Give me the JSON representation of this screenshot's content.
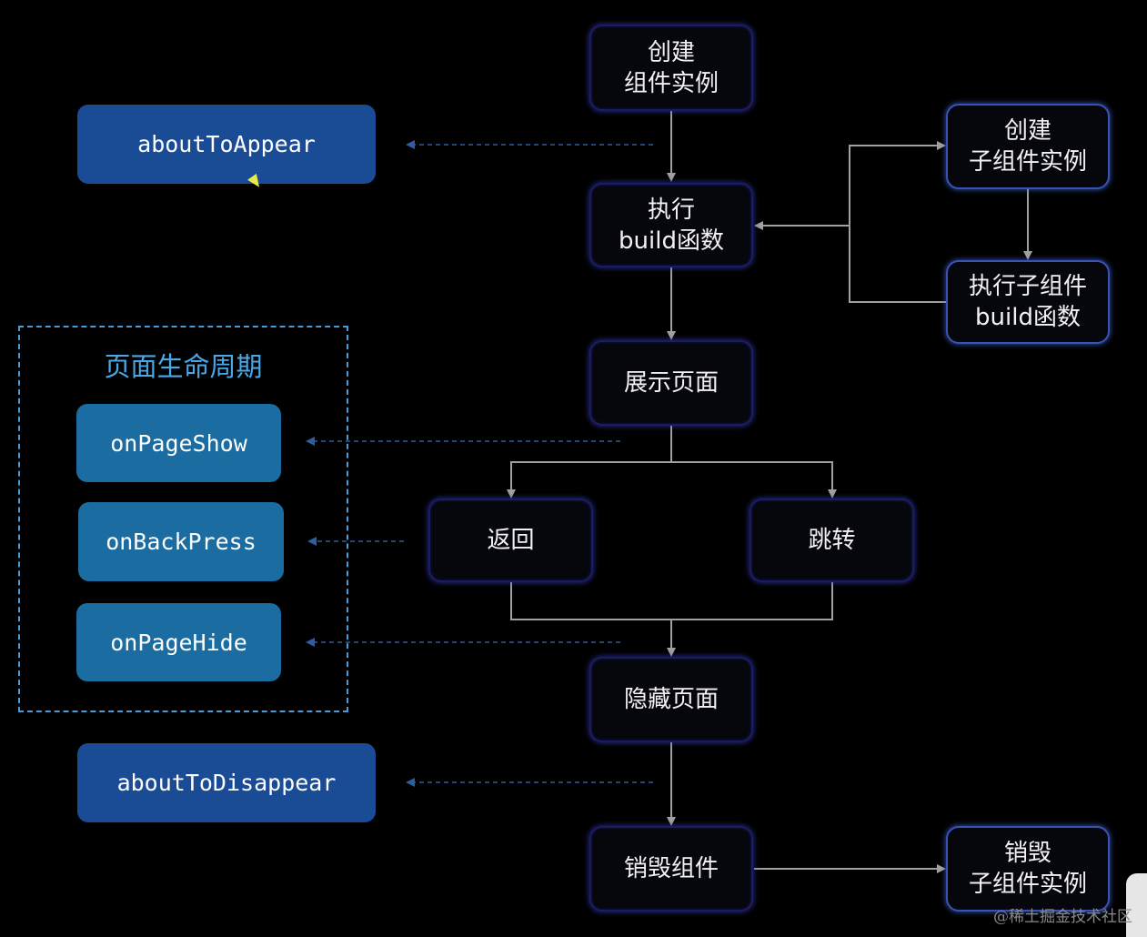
{
  "nodes": {
    "create_instance": [
      "创建",
      "组件实例"
    ],
    "run_build": [
      "执行",
      "build函数"
    ],
    "show_page": [
      "展示页面"
    ],
    "back": [
      "返回"
    ],
    "navigate": [
      "跳转"
    ],
    "hide_page": [
      "隐藏页面"
    ],
    "destroy": [
      "销毁组件"
    ],
    "create_child": [
      "创建",
      "子组件实例"
    ],
    "run_child_build": [
      "执行子组件",
      "build函数"
    ],
    "destroy_child": [
      "销毁",
      "子组件实例"
    ]
  },
  "hooks": {
    "about_to_appear": "aboutToAppear",
    "on_page_show": "onPageShow",
    "on_back_press": "onBackPress",
    "on_page_hide": "onPageHide",
    "about_to_disappear": "aboutToDisappear"
  },
  "page_lifecycle_title": "页面生命周期",
  "watermark": "@稀土掘金技术社区",
  "colors": {
    "background": "#000000",
    "node_border": "#1c1c66",
    "hook_dark": "#1a4c96",
    "hook_light": "#1b6ca0",
    "lifecycle_title": "#4aa8e8",
    "connector": "#a0a0a0",
    "dashed_arrow": "#2e5e9e"
  }
}
